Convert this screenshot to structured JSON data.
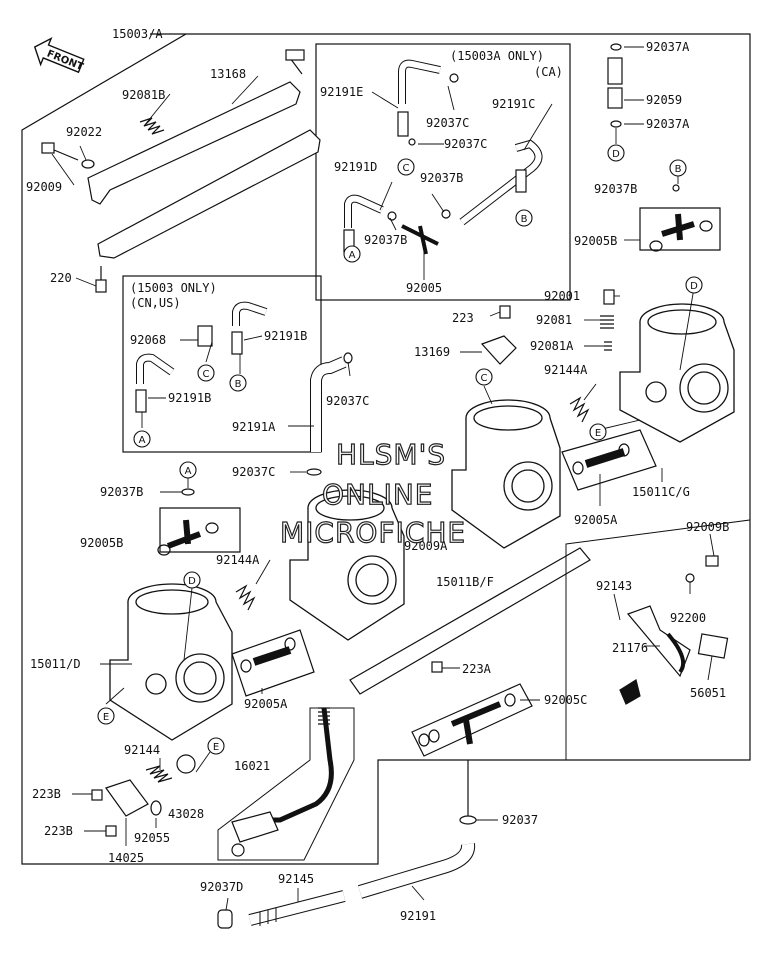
{
  "front_tag": "FRONT",
  "subassembly_notes": {
    "ca_only": "(15003A ONLY)",
    "ca_region": "(CA)",
    "cn_us_only": "(15003 ONLY)",
    "cn_us_region": "(CN,US)"
  },
  "watermark": {
    "line1": "HLSM'S",
    "line2": "ONLINE",
    "line3": "MICROFICHE"
  },
  "callout_letters": {
    "a": "A",
    "b": "B",
    "c": "C",
    "d": "D",
    "e": "E"
  },
  "part_labels": {
    "p15003A": "15003/A",
    "p13168": "13168",
    "p92081B": "92081B",
    "p92022": "92022",
    "p92009": "92009",
    "p220": "220",
    "p92191E": "92191E",
    "p92037C_1": "92037C",
    "p92037C_2": "92037C",
    "p92191C": "92191C",
    "p92191D": "92191D",
    "p92037B_1": "92037B",
    "p92037B_2": "92037B",
    "p92005_1": "92005",
    "p92037A_1": "92037A",
    "p92059": "92059",
    "p92037A_2": "92037A",
    "p92037B_3": "92037B",
    "p92005B_1": "92005B",
    "p92068": "92068",
    "p92191B_1": "92191B",
    "p92191B_2": "92191B",
    "p92001": "92001",
    "p223": "223",
    "p92081": "92081",
    "p13169": "13169",
    "p92081A": "92081A",
    "p92144A_1": "92144A",
    "p92037C_3": "92037C",
    "p92191A": "92191A",
    "p92037C_4": "92037C",
    "p92037B_4": "92037B",
    "p92005B_2": "92005B",
    "p92144A_2": "92144A",
    "p15011CG": "15011C/G",
    "p92005A_1": "92005A",
    "p92009A": "92009A",
    "p15011BF": "15011B/F",
    "p92009B": "92009B",
    "p92143": "92143",
    "p92200": "92200",
    "p21176": "21176",
    "p56051": "56051",
    "p15011D": "15011/D",
    "p92005A_2": "92005A",
    "p223A": "223A",
    "p92005C": "92005C",
    "p92144": "92144",
    "p16021": "16021",
    "p223B_1": "223B",
    "p223B_2": "223B",
    "p43028": "43028",
    "p92055": "92055",
    "p14025": "14025",
    "p92037": "92037",
    "p92037D": "92037D",
    "p92145": "92145",
    "p92191": "92191"
  }
}
